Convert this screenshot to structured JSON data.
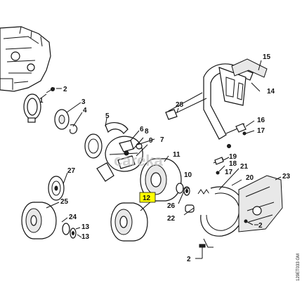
{
  "diagram": {
    "watermark": "careka",
    "drawing_code": "129ET033 GM",
    "highlighted_part": "12",
    "callouts": [
      {
        "id": "c1",
        "label": "1"
      },
      {
        "id": "c2",
        "label": "2"
      },
      {
        "id": "c3",
        "label": "3"
      },
      {
        "id": "c4",
        "label": "4"
      },
      {
        "id": "c5",
        "label": "5"
      },
      {
        "id": "c6",
        "label": "6"
      },
      {
        "id": "c7",
        "label": "7"
      },
      {
        "id": "c8",
        "label": "8"
      },
      {
        "id": "c9",
        "label": "9"
      },
      {
        "id": "c10",
        "label": "10"
      },
      {
        "id": "c11",
        "label": "11"
      },
      {
        "id": "c12",
        "label": "12"
      },
      {
        "id": "c13",
        "label": "13"
      },
      {
        "id": "c14",
        "label": "14"
      },
      {
        "id": "c15",
        "label": "15"
      },
      {
        "id": "c16",
        "label": "16"
      },
      {
        "id": "c17",
        "label": "17"
      },
      {
        "id": "c18",
        "label": "18"
      },
      {
        "id": "c19",
        "label": "19"
      },
      {
        "id": "c20",
        "label": "20"
      },
      {
        "id": "c21",
        "label": "21"
      },
      {
        "id": "c22",
        "label": "22"
      },
      {
        "id": "c23",
        "label": "23"
      },
      {
        "id": "c24",
        "label": "24"
      },
      {
        "id": "c25",
        "label": "25"
      },
      {
        "id": "c26",
        "label": "26"
      },
      {
        "id": "c27",
        "label": "27"
      },
      {
        "id": "c28",
        "label": "28"
      },
      {
        "id": "c2b",
        "label": "2"
      },
      {
        "id": "c2c",
        "label": "2"
      },
      {
        "id": "c13b",
        "label": "13"
      },
      {
        "id": "c17b",
        "label": "17"
      }
    ]
  }
}
